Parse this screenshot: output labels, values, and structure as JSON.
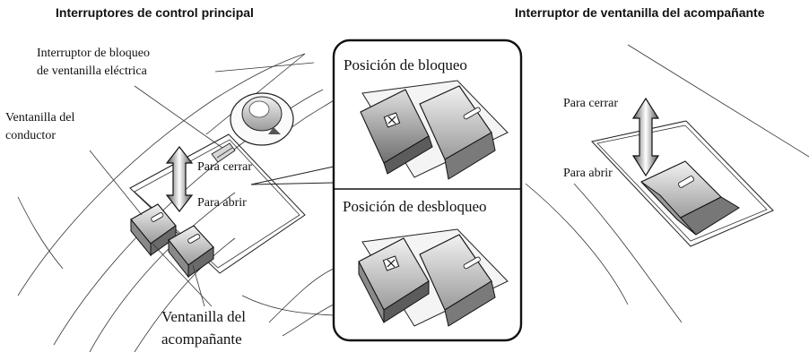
{
  "headings": {
    "main_switches": "Interruptores de control principal",
    "passenger_switch": "Interruptor de ventanilla del acompañante"
  },
  "main_labels": {
    "lock_switch_line1": "Interruptor de bloqueo",
    "lock_switch_line2": "de ventanilla eléctrica",
    "driver_window_line1": "Ventanilla del",
    "driver_window_line2": "conductor",
    "to_close": "Para cerrar",
    "to_open": "Para abrir",
    "passenger_window_line1": "Ventanilla del",
    "passenger_window_line2": "acompañante"
  },
  "inset": {
    "lock_position": "Posición de bloqueo",
    "unlock_position": "Posición de desbloqueo"
  },
  "passenger_labels": {
    "to_close": "Para cerrar",
    "to_open": "Para abrir"
  }
}
